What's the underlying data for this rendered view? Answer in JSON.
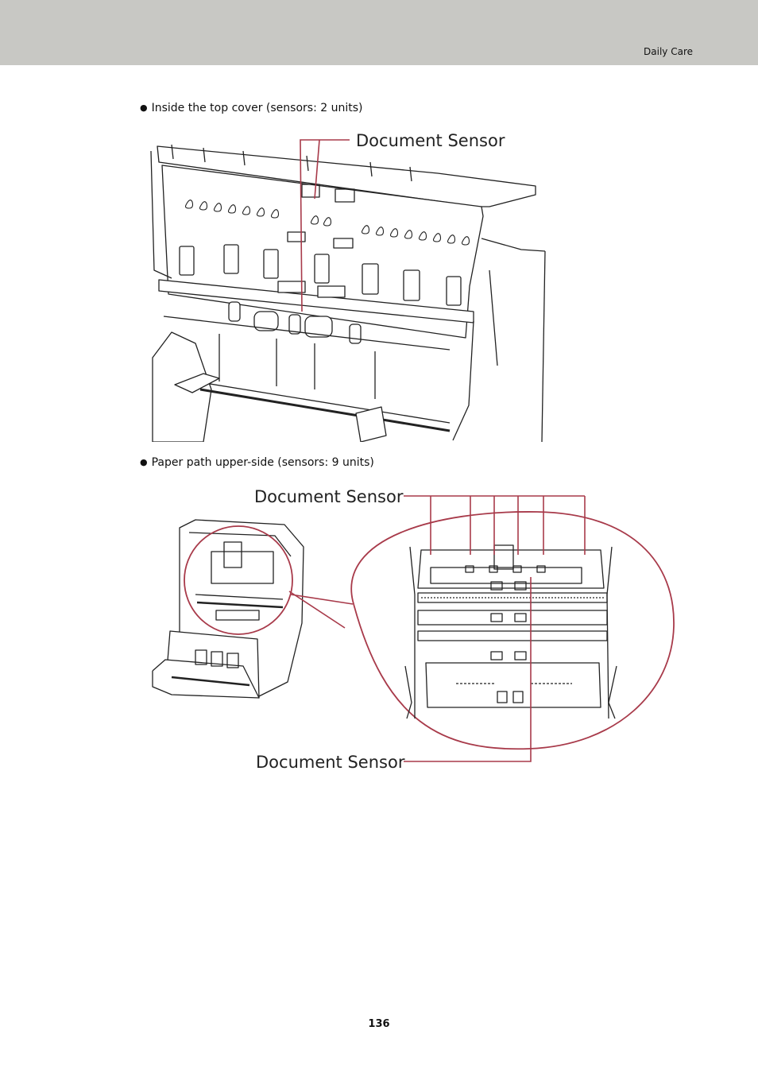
{
  "header": {
    "section": "Daily Care"
  },
  "bullets": [
    {
      "marker": "●",
      "text": "Inside the top cover (sensors: 2 units)"
    },
    {
      "marker": "●",
      "text": "Paper path upper-side (sensors: 9 units)"
    }
  ],
  "figures": [
    {
      "callouts": [
        "Document Sensor"
      ]
    },
    {
      "callouts": [
        "Document Sensor",
        "Document Sensor"
      ]
    }
  ],
  "colors": {
    "header_band": "#c8c8c4",
    "callout_line": "#a83a4a",
    "line_art": "#222222"
  },
  "footer": {
    "page_number": "136"
  }
}
